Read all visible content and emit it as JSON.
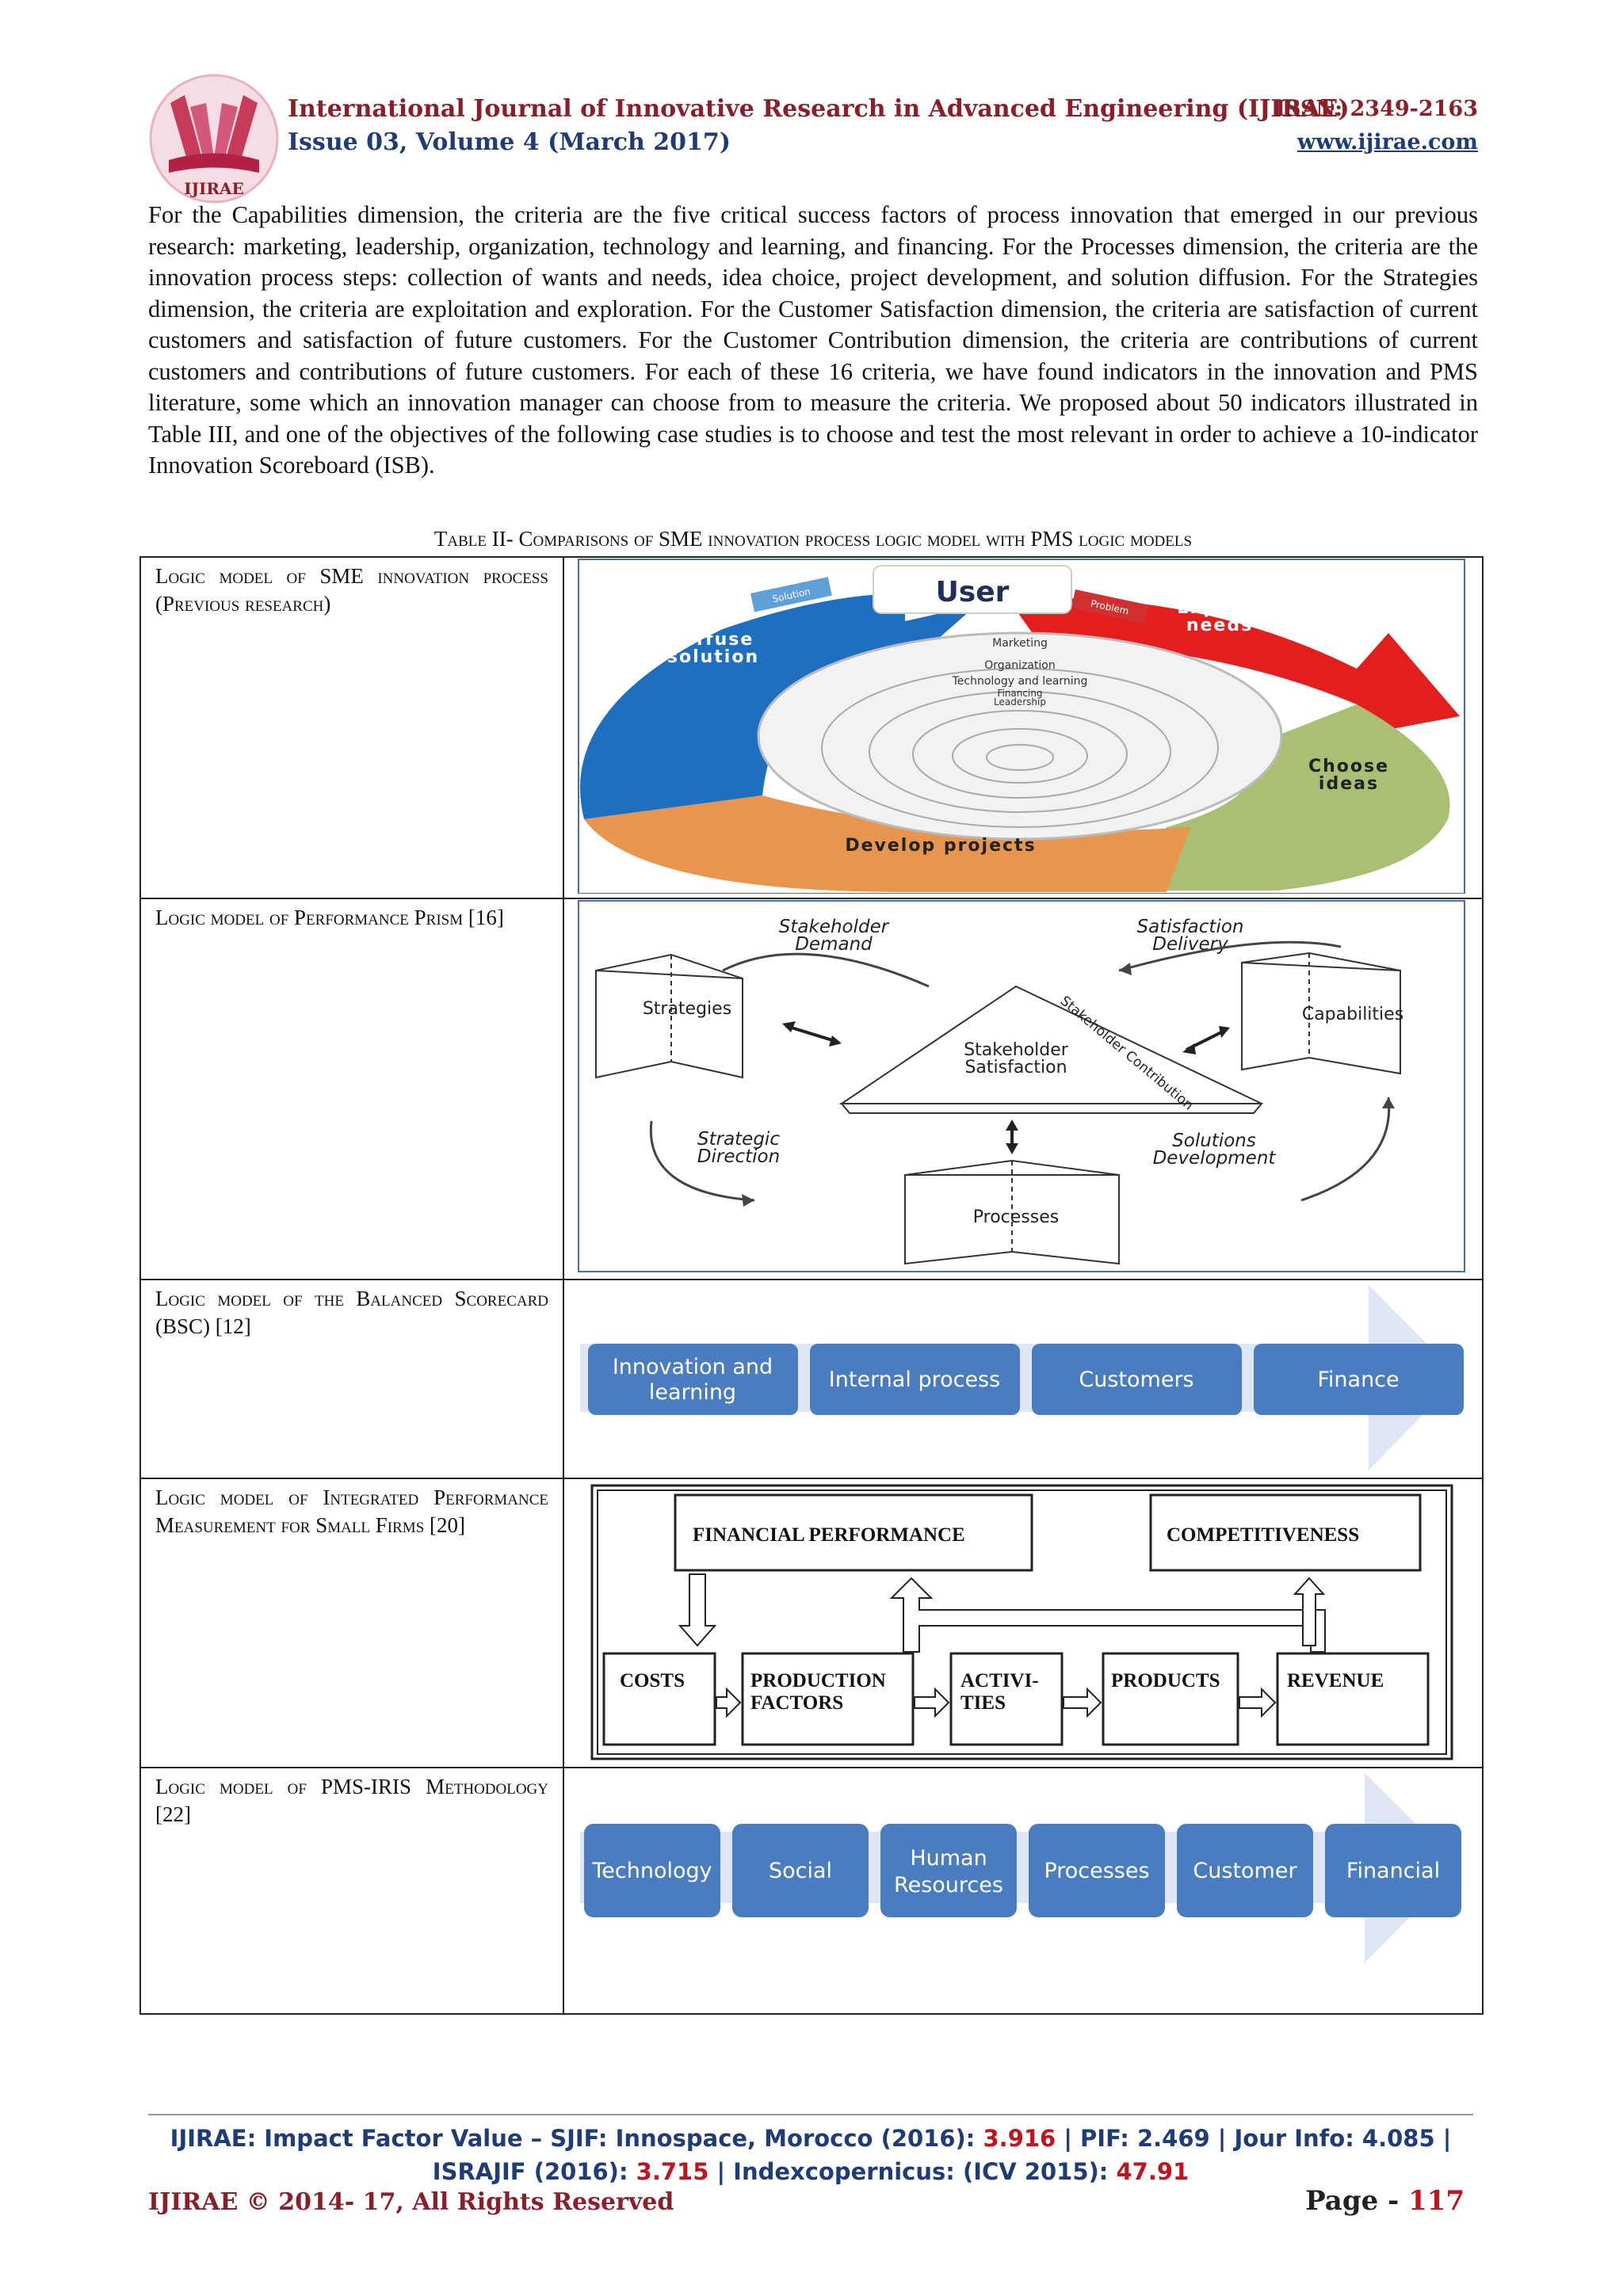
{
  "header": {
    "journal_title": "International Journal of Innovative Research in Advanced Engineering (IJIRAE)",
    "issn": "ISSN: 2349-2163",
    "issue": "Issue 03, Volume 4 (March 2017)",
    "website": "www.ijirae.com",
    "logo_text": "IJIRAE"
  },
  "body_paragraph": "For the Capabilities dimension, the criteria are the five critical success factors of process innovation that emerged in our previous research: marketing, leadership, organization, technology and learning, and financing. For the Processes dimension, the criteria are the innovation process steps: collection of wants and needs, idea choice, project development, and solution diffusion. For the Strategies dimension, the criteria are exploitation and exploration. For the Customer Satisfaction dimension, the criteria are satisfaction of current customers and satisfaction of future customers. For the Customer Contribution dimension, the criteria are contributions of current customers and contributions of future customers. For each of these 16 criteria, we have found indicators in the innovation and PMS literature, some which an innovation manager can choose from to measure the criteria. We proposed about 50 indicators illustrated in Table III, and one of the objectives of the following case studies is to choose and test the most relevant in order to achieve a 10-indicator Innovation Scoreboard (ISB).",
  "table": {
    "caption": "Table II- Comparisons of SME innovation process logic model with PMS logic models",
    "rows": [
      {
        "label": "Logic model of SME innovation process (Previous research)",
        "figure": {
          "user": "User",
          "solution": "Solution",
          "problem": "Problem",
          "explore": [
            "Explore",
            "needs"
          ],
          "diffuse": [
            "Diffuse",
            "solution"
          ],
          "choose": [
            "Choose",
            "ideas"
          ],
          "develop": "Develop projects",
          "rings": [
            "Marketing",
            "Organization",
            "Technology and learning",
            "Financing",
            "Leadership"
          ]
        }
      },
      {
        "label": "Logic model of Performance Prism [16]",
        "figure": {
          "stakeholder_demand": [
            "Stakeholder",
            "Demand"
          ],
          "satisfaction_delivery": [
            "Satisfaction",
            "Delivery"
          ],
          "strategies": "Strategies",
          "capabilities": "Capabilities",
          "stakeholder_satisfaction": [
            "Stakeholder",
            "Satisfaction"
          ],
          "stakeholder_contribution": "Stakeholder Contribution",
          "strategic_direction": [
            "Strategic",
            "Direction"
          ],
          "solutions_development": [
            "Solutions",
            "Development"
          ],
          "processes": "Processes"
        }
      },
      {
        "label": "Logic model of the Balanced Scorecard (BSC) [12]",
        "figure": {
          "boxes": [
            [
              "Innovation and",
              "learning"
            ],
            [
              "Internal process"
            ],
            [
              "Customers"
            ],
            [
              "Finance"
            ]
          ]
        }
      },
      {
        "label": "Logic model of Integrated Performance Measurement for Small Firms [20]",
        "figure": {
          "financial_performance": "FINANCIAL PERFORMANCE",
          "competitiveness": "COMPETITIVENESS",
          "boxes": [
            [
              "COSTS"
            ],
            [
              "PRODUCTION",
              "FACTORS"
            ],
            [
              "ACTIVI-",
              "TIES"
            ],
            [
              "PRODUCTS"
            ],
            [
              "REVENUE"
            ]
          ]
        }
      },
      {
        "label": "Logic model of PMS-IRIS Methodology [22]",
        "figure": {
          "boxes": [
            [
              "Technology"
            ],
            [
              "Social"
            ],
            [
              "Human",
              "Resources"
            ],
            [
              "Processes"
            ],
            [
              "Customer"
            ],
            [
              "Financial"
            ]
          ]
        }
      }
    ]
  },
  "footer": {
    "impact_prefix": "IJIRAE: Impact Factor Value – SJIF: Innospace, Morocco (2016): ",
    "sjif": "3.916",
    "pif": " | PIF: 2.469 | Jour Info: 4.085 |",
    "isra_prefix": "ISRAJIF (2016): ",
    "isra": "3.715",
    "index_prefix": " | Indexcopernicus: (ICV 2015): ",
    "icv": "47.91",
    "copyright": "IJIRAE © 2014- 17, All Rights Reserved",
    "page_prefix": "Page - ",
    "page_number": "117"
  },
  "colors": {
    "journal_red": "#8a1f2a",
    "journal_blue": "#1f3c78",
    "cycle_red": "#e31e1e",
    "cycle_green": "#a9bf74",
    "cycle_orange": "#e8954d",
    "cycle_blue": "#1f6fc1",
    "box_blue": "#4a7cc0"
  }
}
